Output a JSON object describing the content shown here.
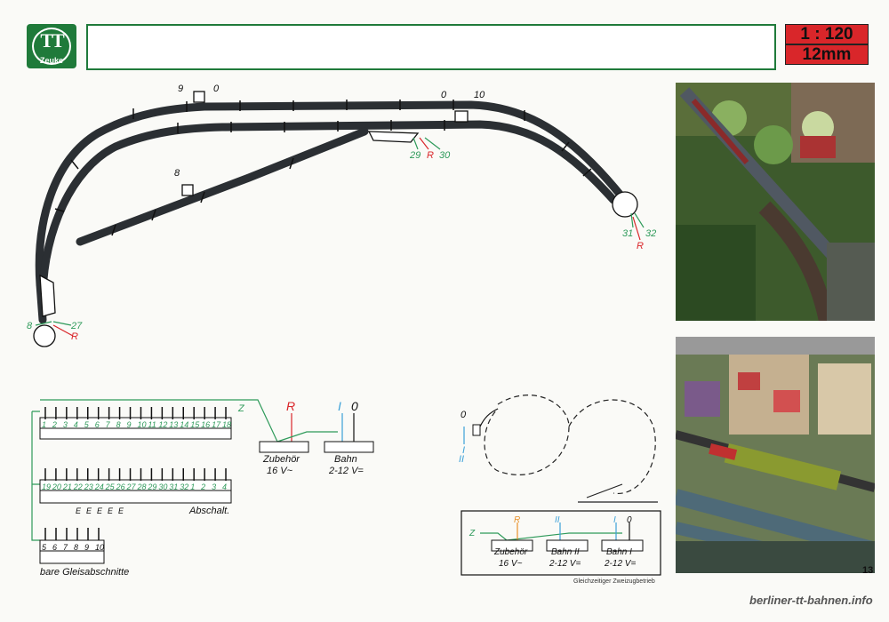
{
  "header": {
    "logo_text": "Zeuke",
    "scale_ratio": "1 : 120",
    "gauge": "12mm"
  },
  "layout_labels": {
    "top_left_feeder": [
      "9",
      "0"
    ],
    "top_right_feeder": [
      "0",
      "10"
    ],
    "siding_feeder": "8",
    "middle_wires": [
      "29",
      "R",
      "30"
    ],
    "right_wires": [
      "31",
      "32",
      "R"
    ],
    "left_wires": [
      "8",
      "27",
      "R"
    ]
  },
  "panel_left": {
    "bus_label": "Z",
    "row1_numbers": [
      "1",
      "2",
      "3",
      "4",
      "5",
      "6",
      "7",
      "8",
      "9",
      "10",
      "11",
      "12",
      "13",
      "14",
      "15",
      "16",
      "17",
      "18"
    ],
    "row2_numbers": [
      "19",
      "20",
      "21",
      "22",
      "23",
      "24",
      "25",
      "26",
      "27",
      "28",
      "29",
      "30",
      "31",
      "32",
      "1",
      "2",
      "3",
      "4"
    ],
    "row2_marks": [
      "E",
      "E",
      "E",
      "E",
      "E"
    ],
    "row2_mark_label": "Abschalt.",
    "row3_numbers": [
      "5",
      "6",
      "7",
      "8",
      "9",
      "10"
    ],
    "row3_label": "bare Gleisabschnitte",
    "terminal_R": "R",
    "terminal_I": "I",
    "terminal_0": "0",
    "accessory_label": "Zubehör",
    "accessory_voltage": "16 V~",
    "track_label": "Bahn",
    "track_voltage": "2-12 V="
  },
  "panel_right": {
    "label_0": "0",
    "label_I": "I",
    "label_II": "II",
    "bus_label": "Z",
    "terminal_R": "R",
    "terminal_II": "II",
    "terminal_I": "I",
    "terminal_0": "0",
    "accessory_label": "Zubehör",
    "accessory_voltage": "16 V~",
    "track2_label": "Bahn II",
    "track2_voltage": "2-12 V=",
    "track1_label": "Bahn I",
    "track1_voltage": "2-12 V="
  },
  "caption": "Gleichzeitiger Zweizugbetrieb",
  "page_number": "13",
  "website": "berliner-tt-bahnen.info",
  "colors": {
    "green": "#2e9a5a",
    "red": "#d9262a",
    "blue": "#3aa0d8",
    "orange": "#e8912a",
    "track": "#2b2f33"
  }
}
